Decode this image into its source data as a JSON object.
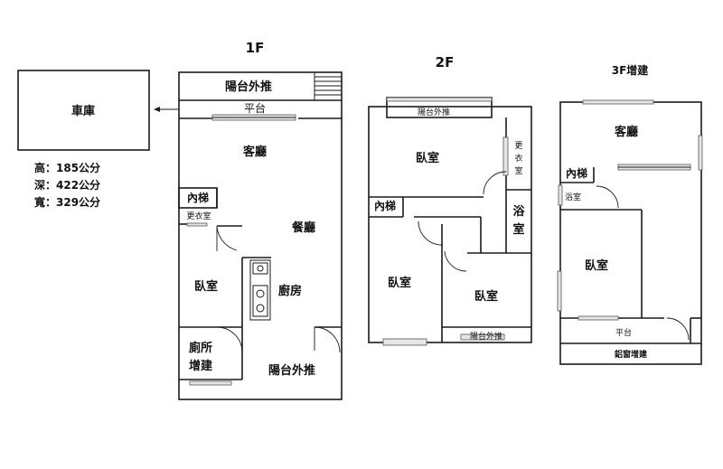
{
  "titles": {
    "f1": "1F",
    "f2": "2F",
    "f3": "3F增建"
  },
  "garage": {
    "label": "車庫",
    "height": "高：185公分",
    "depth": "深：422公分",
    "width": "寬：329公分"
  },
  "floor1": {
    "balcony_top": "陽台外推",
    "platform": "平台",
    "living": "客廳",
    "inner_stair": "內梯",
    "closet": "更衣室",
    "dining": "餐廳",
    "bedroom": "臥室",
    "kitchen": "廚房",
    "toilet_l1": "廁所",
    "toilet_l2": "增建",
    "balcony_bottom": "陽台外推"
  },
  "floor2": {
    "balcony_top": "陽台外推",
    "bedroom_main": "臥室",
    "closet": "更衣室",
    "inner_stair": "內梯",
    "bath_l1": "浴",
    "bath_l2": "室",
    "bedroom_left": "臥室",
    "bedroom_right": "臥室",
    "balcony_bottom": "陽台外推"
  },
  "floor3": {
    "living": "客廳",
    "inner_stair": "內梯",
    "bath": "浴室",
    "bedroom": "臥室",
    "platform": "平台",
    "aluminum": "鋁窗增建"
  }
}
